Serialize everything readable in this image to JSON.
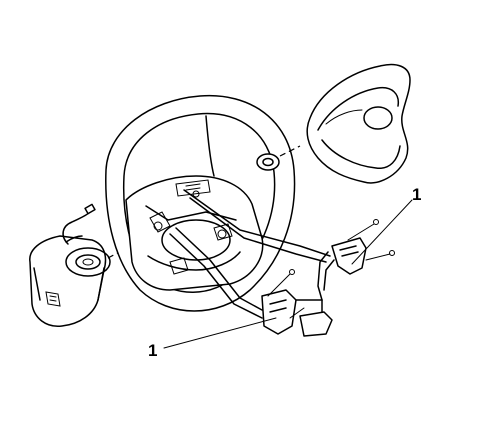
{
  "callouts": [
    {
      "id": "upper-right",
      "label": "1"
    },
    {
      "id": "lower-left",
      "label": "1"
    }
  ]
}
